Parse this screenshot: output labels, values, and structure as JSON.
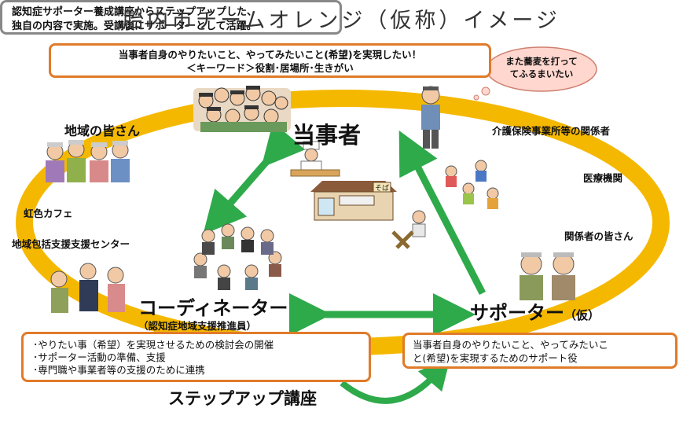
{
  "title": "胎内市チームオレンジ（仮称）イメージ",
  "top_box": {
    "line1": "当事者自身のやりたいこと、やってみたいこと(希望)を実現したい！",
    "line2": "＜キーワード＞役割･居場所･生きがい"
  },
  "thought_bubble": {
    "line1": "また蕎麦を打って",
    "line2": "てふるまいたい"
  },
  "nodes": {
    "center_top": "当事者",
    "coordinator": "コーディネーター",
    "coordinator_sub": "（認知症地域支援推進員）",
    "supporter": "サポーター",
    "supporter_suffix": "（仮）",
    "step_up": "ステップアップ講座"
  },
  "ring_labels": {
    "community": "地域の皆さん",
    "cafe": "虹色カフェ",
    "center": "地域包括支援支援センター",
    "care": "介護保険事業所等の関係者",
    "medical": "医療機関",
    "related": "関係者の皆さん"
  },
  "sign": "そば",
  "left_box": [
    "･やりたい事（希望）を実現させるための検討会の開催",
    "･サポーター活動の準備、支援",
    "･専門職や事業者等の支援のために連携"
  ],
  "right_box": {
    "line1": "当事者自身のやりたいこと、やってみたいこ",
    "line2": "と(希望)を実現するためのサポート役"
  },
  "bottom_box": {
    "line1": "認知症サポーター養成講座からステップアップした、",
    "line2": "独自の内容で実施。受講後にサポーターとして活躍。"
  },
  "colors": {
    "ring": "#f5b800",
    "arrow": "#2eaa4a",
    "box_border": "#e07b2a",
    "bottom_border": "#888888"
  }
}
